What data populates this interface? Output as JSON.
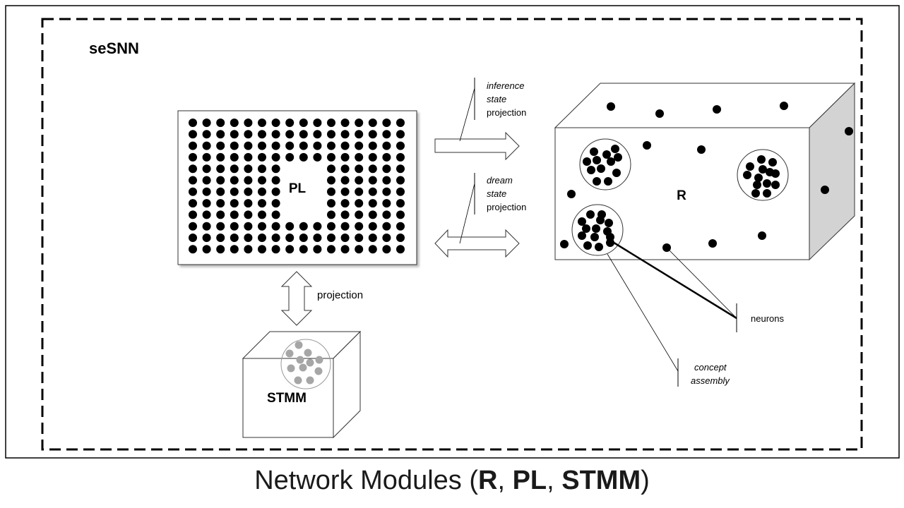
{
  "diagram": {
    "system_label": "seSNN",
    "modules": {
      "reservoir": "R",
      "projection_layer": "PL",
      "short_term_memory": "STMM"
    },
    "arrows": {
      "inference": [
        "inference",
        "state",
        "projection"
      ],
      "dream": [
        "dream",
        "state",
        "projection"
      ],
      "vertical": "projection"
    },
    "callouts": {
      "neurons": "neurons",
      "concept_assembly": [
        "concept",
        "assembly"
      ]
    }
  },
  "caption": {
    "prefix": "Network Modules (",
    "r": "R",
    "sep1": ", ",
    "pl": "PL",
    "sep2": ", ",
    "stmm": "STMM",
    "suffix": ")"
  }
}
